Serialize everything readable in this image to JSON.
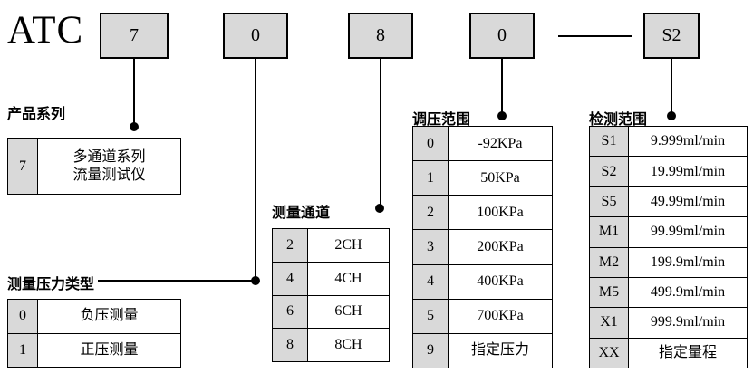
{
  "colors": {
    "box_fill": "#d9d9d9",
    "border": "#000000",
    "background": "#ffffff"
  },
  "model": {
    "prefix": "ATC",
    "segments": [
      "7",
      "0",
      "8",
      "0",
      "S2"
    ],
    "separator": "—"
  },
  "groups": [
    {
      "title": "产品系列",
      "rows": [
        {
          "code": "7",
          "desc": "多通道系列\n流量测试仪"
        }
      ]
    },
    {
      "title": "测量压力类型",
      "rows": [
        {
          "code": "0",
          "desc": "负压测量"
        },
        {
          "code": "1",
          "desc": "正压测量"
        }
      ]
    },
    {
      "title": "测量通道",
      "rows": [
        {
          "code": "2",
          "desc": "2CH"
        },
        {
          "code": "4",
          "desc": "4CH"
        },
        {
          "code": "6",
          "desc": "6CH"
        },
        {
          "code": "8",
          "desc": "8CH"
        }
      ]
    },
    {
      "title": "调压范围",
      "rows": [
        {
          "code": "0",
          "desc": "-92KPa"
        },
        {
          "code": "1",
          "desc": "50KPa"
        },
        {
          "code": "2",
          "desc": "100KPa"
        },
        {
          "code": "3",
          "desc": "200KPa"
        },
        {
          "code": "4",
          "desc": "400KPa"
        },
        {
          "code": "5",
          "desc": "700KPa"
        },
        {
          "code": "9",
          "desc": "指定压力"
        }
      ]
    },
    {
      "title": "检测范围",
      "rows": [
        {
          "code": "S1",
          "desc": "9.999ml/min"
        },
        {
          "code": "S2",
          "desc": "19.99ml/min"
        },
        {
          "code": "S5",
          "desc": "49.99ml/min"
        },
        {
          "code": "M1",
          "desc": "99.99ml/min"
        },
        {
          "code": "M2",
          "desc": "199.9ml/min"
        },
        {
          "code": "M5",
          "desc": "499.9ml/min"
        },
        {
          "code": "X1",
          "desc": "999.9ml/min"
        },
        {
          "code": "XX",
          "desc": "指定量程"
        }
      ]
    }
  ]
}
